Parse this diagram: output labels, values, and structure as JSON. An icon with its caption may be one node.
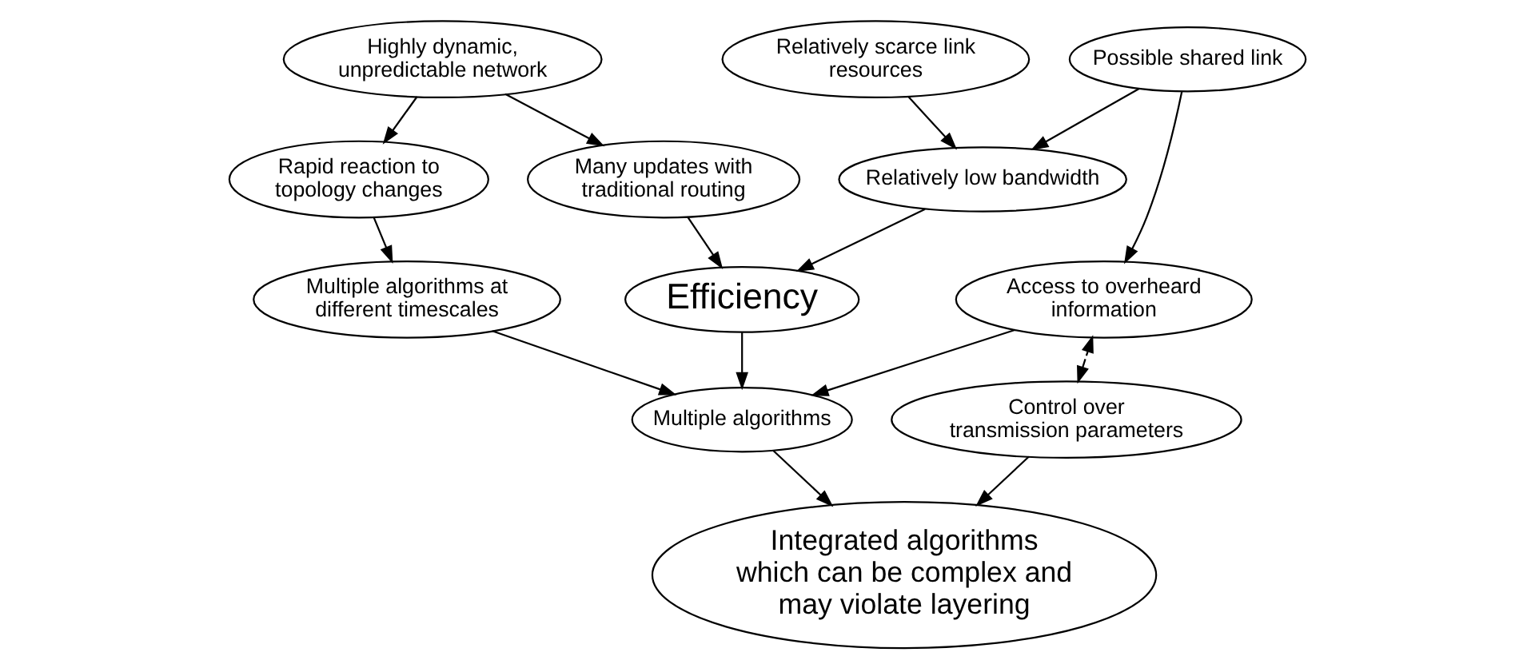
{
  "diagram": {
    "nodes": [
      {
        "text": [
          "Highly dynamic, unpredictable network"
        ]
      },
      {
        "text": [
          "Relatively scarce link resources"
        ]
      },
      {
        "text": [
          "Possible shared link"
        ]
      },
      {
        "text": [
          "Rapid reaction to topology changes"
        ]
      },
      {
        "text": [
          "Many updates with traditional routing"
        ]
      },
      {
        "text": [
          "Relatively low bandwidth"
        ]
      },
      {
        "text": [
          "Access to overheard information"
        ]
      },
      {
        "text": [
          "Multiple algorithms at different timescales"
        ]
      },
      {
        "text": [
          "Efficiency"
        ]
      },
      {
        "text": [
          "Multiple algorithms"
        ]
      },
      {
        "text": [
          "Control over transmission parameters"
        ]
      },
      {
        "text": [
          "Integrated algorithms which can be complex and may violate layering"
        ]
      }
    ],
    "edges": [
      {
        "from": 0,
        "to": 3,
        "arrow": "to"
      },
      {
        "from": 0,
        "to": 4,
        "arrow": "to"
      },
      {
        "from": 1,
        "to": 5,
        "arrow": "to"
      },
      {
        "from": 2,
        "to": 5,
        "arrow": "to"
      },
      {
        "from": 2,
        "to": 6,
        "arrow": "to"
      },
      {
        "from": 3,
        "to": 7,
        "arrow": "to"
      },
      {
        "from": 4,
        "to": 8,
        "arrow": "to"
      },
      {
        "from": 5,
        "to": 8,
        "arrow": "to"
      },
      {
        "from": 7,
        "to": 9,
        "arrow": "to"
      },
      {
        "from": 8,
        "to": 9,
        "arrow": "to"
      },
      {
        "from": 6,
        "to": 9,
        "arrow": "to"
      },
      {
        "from": 10,
        "to": 6,
        "arrow": "both",
        "style": "dashed"
      },
      {
        "from": 9,
        "to": 11,
        "arrow": "to"
      },
      {
        "from": 10,
        "to": 11,
        "arrow": "to"
      }
    ]
  }
}
